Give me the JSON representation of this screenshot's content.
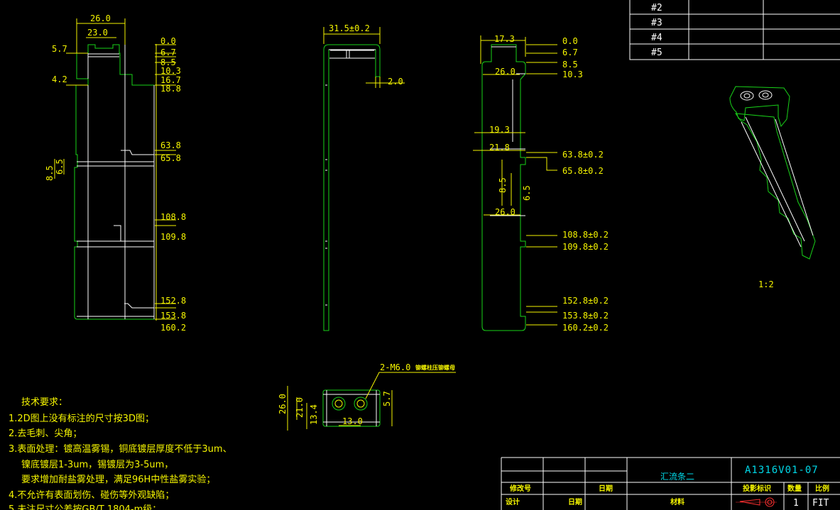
{
  "view_left": {
    "width_top": "26.0",
    "width_inner": "23.0",
    "dim_5_7": "5.7",
    "dim_4_2": "4.2",
    "dim_8_5": "8.5",
    "dim_6_5": "6.5",
    "stations": [
      "0.0",
      "6.7",
      "8.5",
      "10.3",
      "16.7",
      "18.8",
      "63.8",
      "65.8",
      "108.8",
      "109.8",
      "152.8",
      "153.8",
      "160.2"
    ]
  },
  "view_side": {
    "width": "31.5±0.2",
    "thickness": "2.0"
  },
  "view_right": {
    "top_width": "17.3",
    "width_a": "26.0",
    "width_b": "19.3",
    "width_c": "21.8",
    "width_d": "26.0",
    "dim_8_5": "8.5",
    "dim_6_5": "6.5",
    "stations": [
      "0.0",
      "6.7",
      "8.5",
      "10.3",
      "63.8±0.2",
      "65.8±0.2",
      "108.8±0.2",
      "109.8±0.2",
      "152.8±0.2",
      "153.8±0.2",
      "160.2±0.2"
    ]
  },
  "view_top": {
    "callout": "2-M6.0",
    "callout_note": "铆螺柱压铆螺母",
    "dim_26": "26.0",
    "dim_21": "21.0",
    "dim_13_4": "13.4",
    "dim_13": "13.0",
    "dim_5_7": "5.7"
  },
  "iso_scale": "1:2",
  "revision_table": [
    "#2",
    "#3",
    "#4",
    "#5"
  ],
  "tech_requirements": {
    "heading": "技术要求：",
    "lines": [
      "1.2D图上没有标注的尺寸按3D图；",
      "2.去毛刺、尖角；",
      "3.表面处理：镀高温雾锡，铜底镀层厚度不低于3um、",
      "镍底镀层1-3um，锡镀层为3-5um，",
      "要求增加耐盐雾处理，满足96H中性盐雾实验；",
      "4.不允许有表面划伤、碰伤等外观缺陷；",
      "5.未注尺寸公差按GB/T 1804-m级；"
    ]
  },
  "title_block": {
    "part_name": "汇流条二",
    "drawing_no": "A1316V01-07",
    "modify": "修改号",
    "date1": "日期",
    "design": "设计",
    "date2": "日期",
    "material": "材料",
    "projection": "投影标识",
    "qty_label": "数量",
    "scale_label": "比例",
    "qty": "1",
    "scale": "FIT"
  }
}
